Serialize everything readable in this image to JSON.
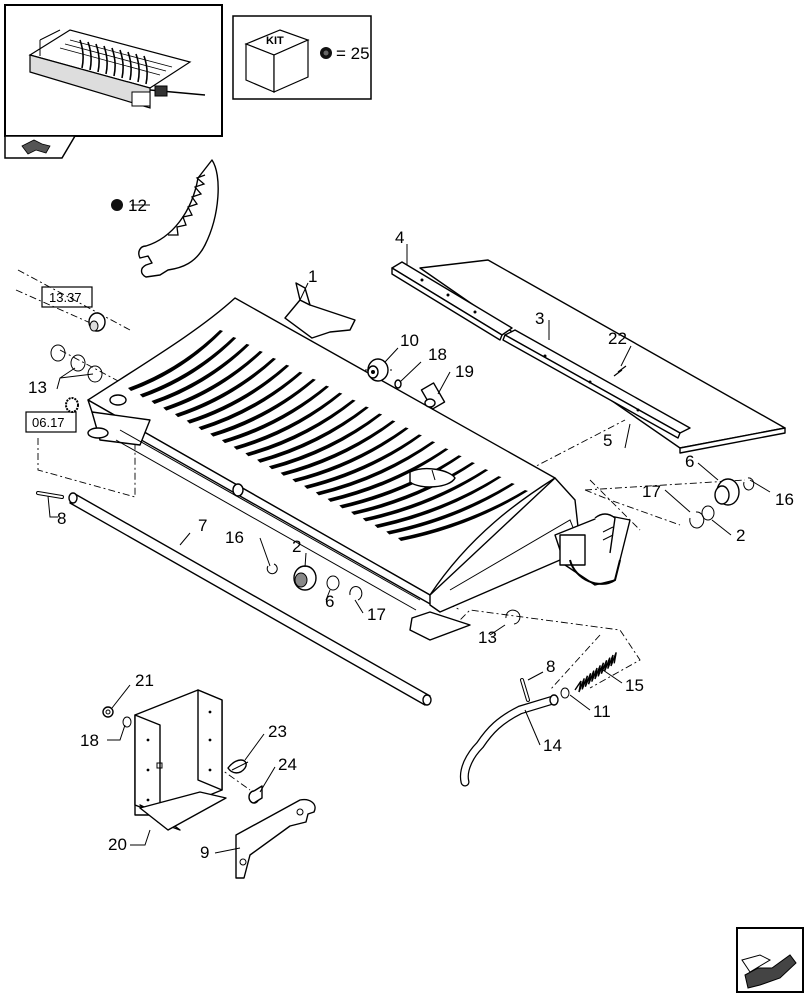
{
  "kit": {
    "badge_label": "KIT",
    "legend_text": "= 25"
  },
  "references": {
    "ref_top": "13.37",
    "ref_left": "06.17"
  },
  "callouts": [
    {
      "id": "c1",
      "text": "1"
    },
    {
      "id": "c2a",
      "text": "2"
    },
    {
      "id": "c2b",
      "text": "2"
    },
    {
      "id": "c3",
      "text": "3"
    },
    {
      "id": "c4",
      "text": "4"
    },
    {
      "id": "c5",
      "text": "5"
    },
    {
      "id": "c6a",
      "text": "6"
    },
    {
      "id": "c6b",
      "text": "6"
    },
    {
      "id": "c7",
      "text": "7"
    },
    {
      "id": "c8a",
      "text": "8"
    },
    {
      "id": "c8b",
      "text": "8"
    },
    {
      "id": "c9",
      "text": "9"
    },
    {
      "id": "c10",
      "text": "10"
    },
    {
      "id": "c11",
      "text": "11"
    },
    {
      "id": "c12",
      "text": "12"
    },
    {
      "id": "c13a",
      "text": "13"
    },
    {
      "id": "c13b",
      "text": "13"
    },
    {
      "id": "c14",
      "text": "14"
    },
    {
      "id": "c15",
      "text": "15"
    },
    {
      "id": "c16a",
      "text": "16"
    },
    {
      "id": "c16b",
      "text": "16"
    },
    {
      "id": "c17a",
      "text": "17"
    },
    {
      "id": "c17b",
      "text": "17"
    },
    {
      "id": "c18a",
      "text": "18"
    },
    {
      "id": "c18b",
      "text": "18"
    },
    {
      "id": "c19",
      "text": "19"
    },
    {
      "id": "c20",
      "text": "20"
    },
    {
      "id": "c21",
      "text": "21"
    },
    {
      "id": "c22",
      "text": "22"
    },
    {
      "id": "c23",
      "text": "23"
    },
    {
      "id": "c24",
      "text": "24"
    }
  ],
  "icons": {
    "thumbnail": "machine-overview-thumbnail-icon",
    "nav_prev": "previous-page-arrow-icon",
    "nav_next": "next-page-arrow-icon",
    "kit_marker": "kit-dot-icon"
  }
}
